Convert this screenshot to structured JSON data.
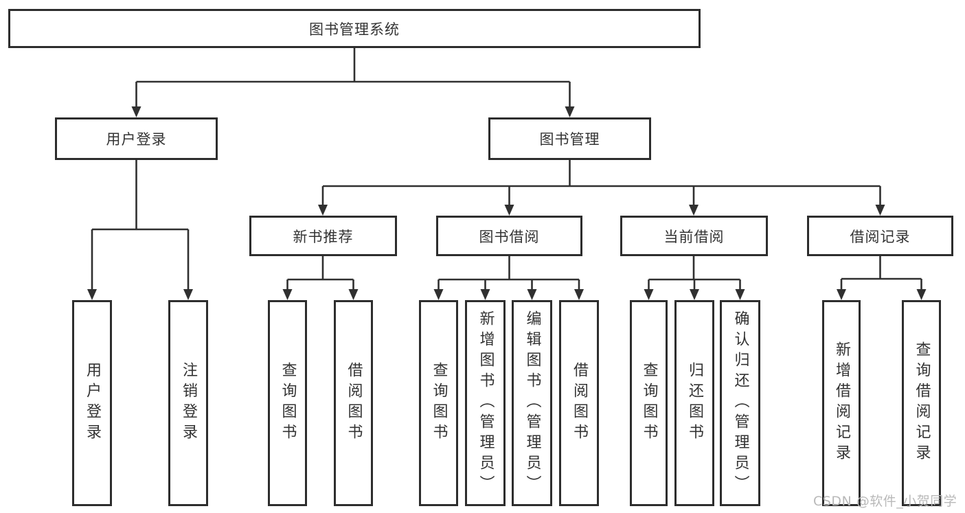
{
  "tree": {
    "root": "图书管理系统",
    "children": [
      {
        "label": "用户登录",
        "children": [
          "用户登录",
          "注销登录"
        ]
      },
      {
        "label": "图书管理",
        "children": [
          {
            "label": "新书推荐",
            "children": [
              "查询图书",
              "借阅图书"
            ]
          },
          {
            "label": "图书借阅",
            "children": [
              "查询图书",
              "新增图书（管理员）",
              "编辑图书（管理员）",
              "借阅图书"
            ]
          },
          {
            "label": "当前借阅",
            "children": [
              "查询图书",
              "归还图书",
              "确认归还（管理员）"
            ]
          },
          {
            "label": "借阅记录",
            "children": [
              "新增借阅记录",
              "查询借阅记录"
            ]
          }
        ]
      }
    ]
  },
  "watermark": "CSDN @软件_小贺同学",
  "colors": {
    "line": "#303030",
    "box_border": "#2d2d2d",
    "text": "#333333",
    "watermark": "#b9b9b9",
    "background": "#ffffff"
  }
}
